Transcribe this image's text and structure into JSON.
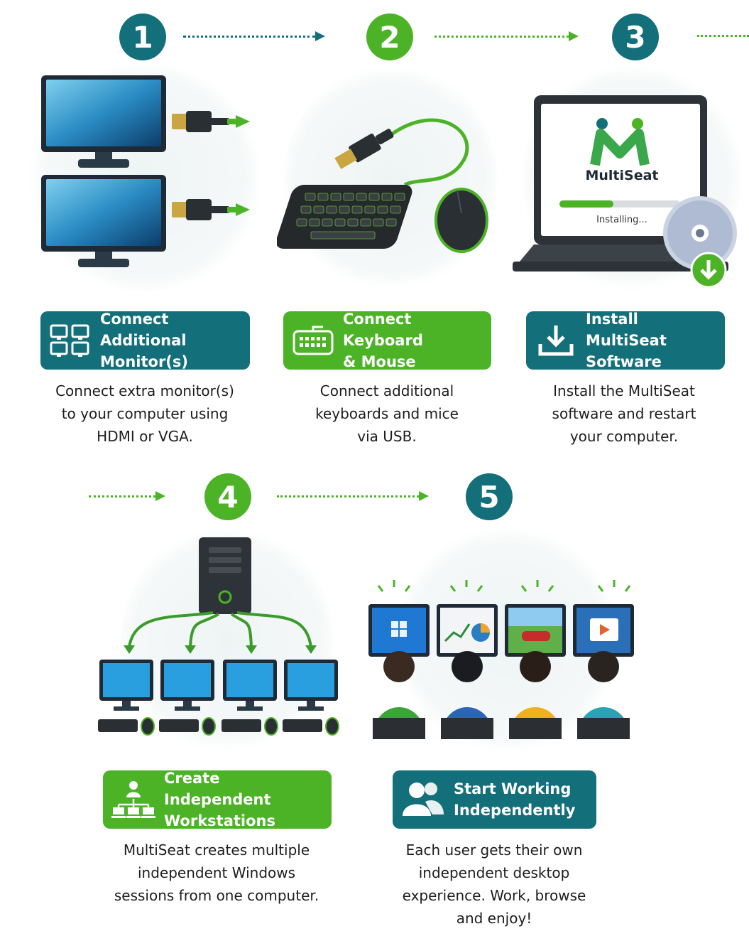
{
  "steps": [
    {
      "number": "1",
      "title_line1": "Connect Additional",
      "title_line2": "Monitor(s)",
      "desc_line1": "Connect extra monitor(s)",
      "desc_line2": "to your computer using",
      "desc_line3": "HDMI or VGA.",
      "color": "#136f7a"
    },
    {
      "number": "2",
      "title_line1": "Connect Keyboard",
      "title_line2": "& Mouse",
      "desc_line1": "Connect additional",
      "desc_line2": "keyboards and mice",
      "desc_line3": "via USB.",
      "color": "#4bb325"
    },
    {
      "number": "3",
      "title_line1": "Install MultiSeat",
      "title_line2": "Software",
      "desc_line1": "Install the MultiSeat",
      "desc_line2": "software and restart",
      "desc_line3": "your computer.",
      "color": "#136f7a"
    },
    {
      "number": "4",
      "title_line1": "Create Independent",
      "title_line2": "Workstations",
      "desc_line1": "MultiSeat creates multiple",
      "desc_line2": "independent Windows",
      "desc_line3": "sessions from one computer.",
      "color": "#4bb325"
    },
    {
      "number": "5",
      "title_line1": "Start Working",
      "title_line2": "Independently",
      "desc_line1": "Each user gets their own",
      "desc_line2": "independent desktop",
      "desc_line3": "experience. Work, browse",
      "desc_line4": "and enjoy!",
      "color": "#136f7a"
    }
  ],
  "laptop": {
    "brand": "MultiSeat",
    "status": "Installing..."
  },
  "icons": [
    "monitors-icon",
    "keyboard-icon",
    "download-icon",
    "workstation-network-icon",
    "users-icon"
  ]
}
